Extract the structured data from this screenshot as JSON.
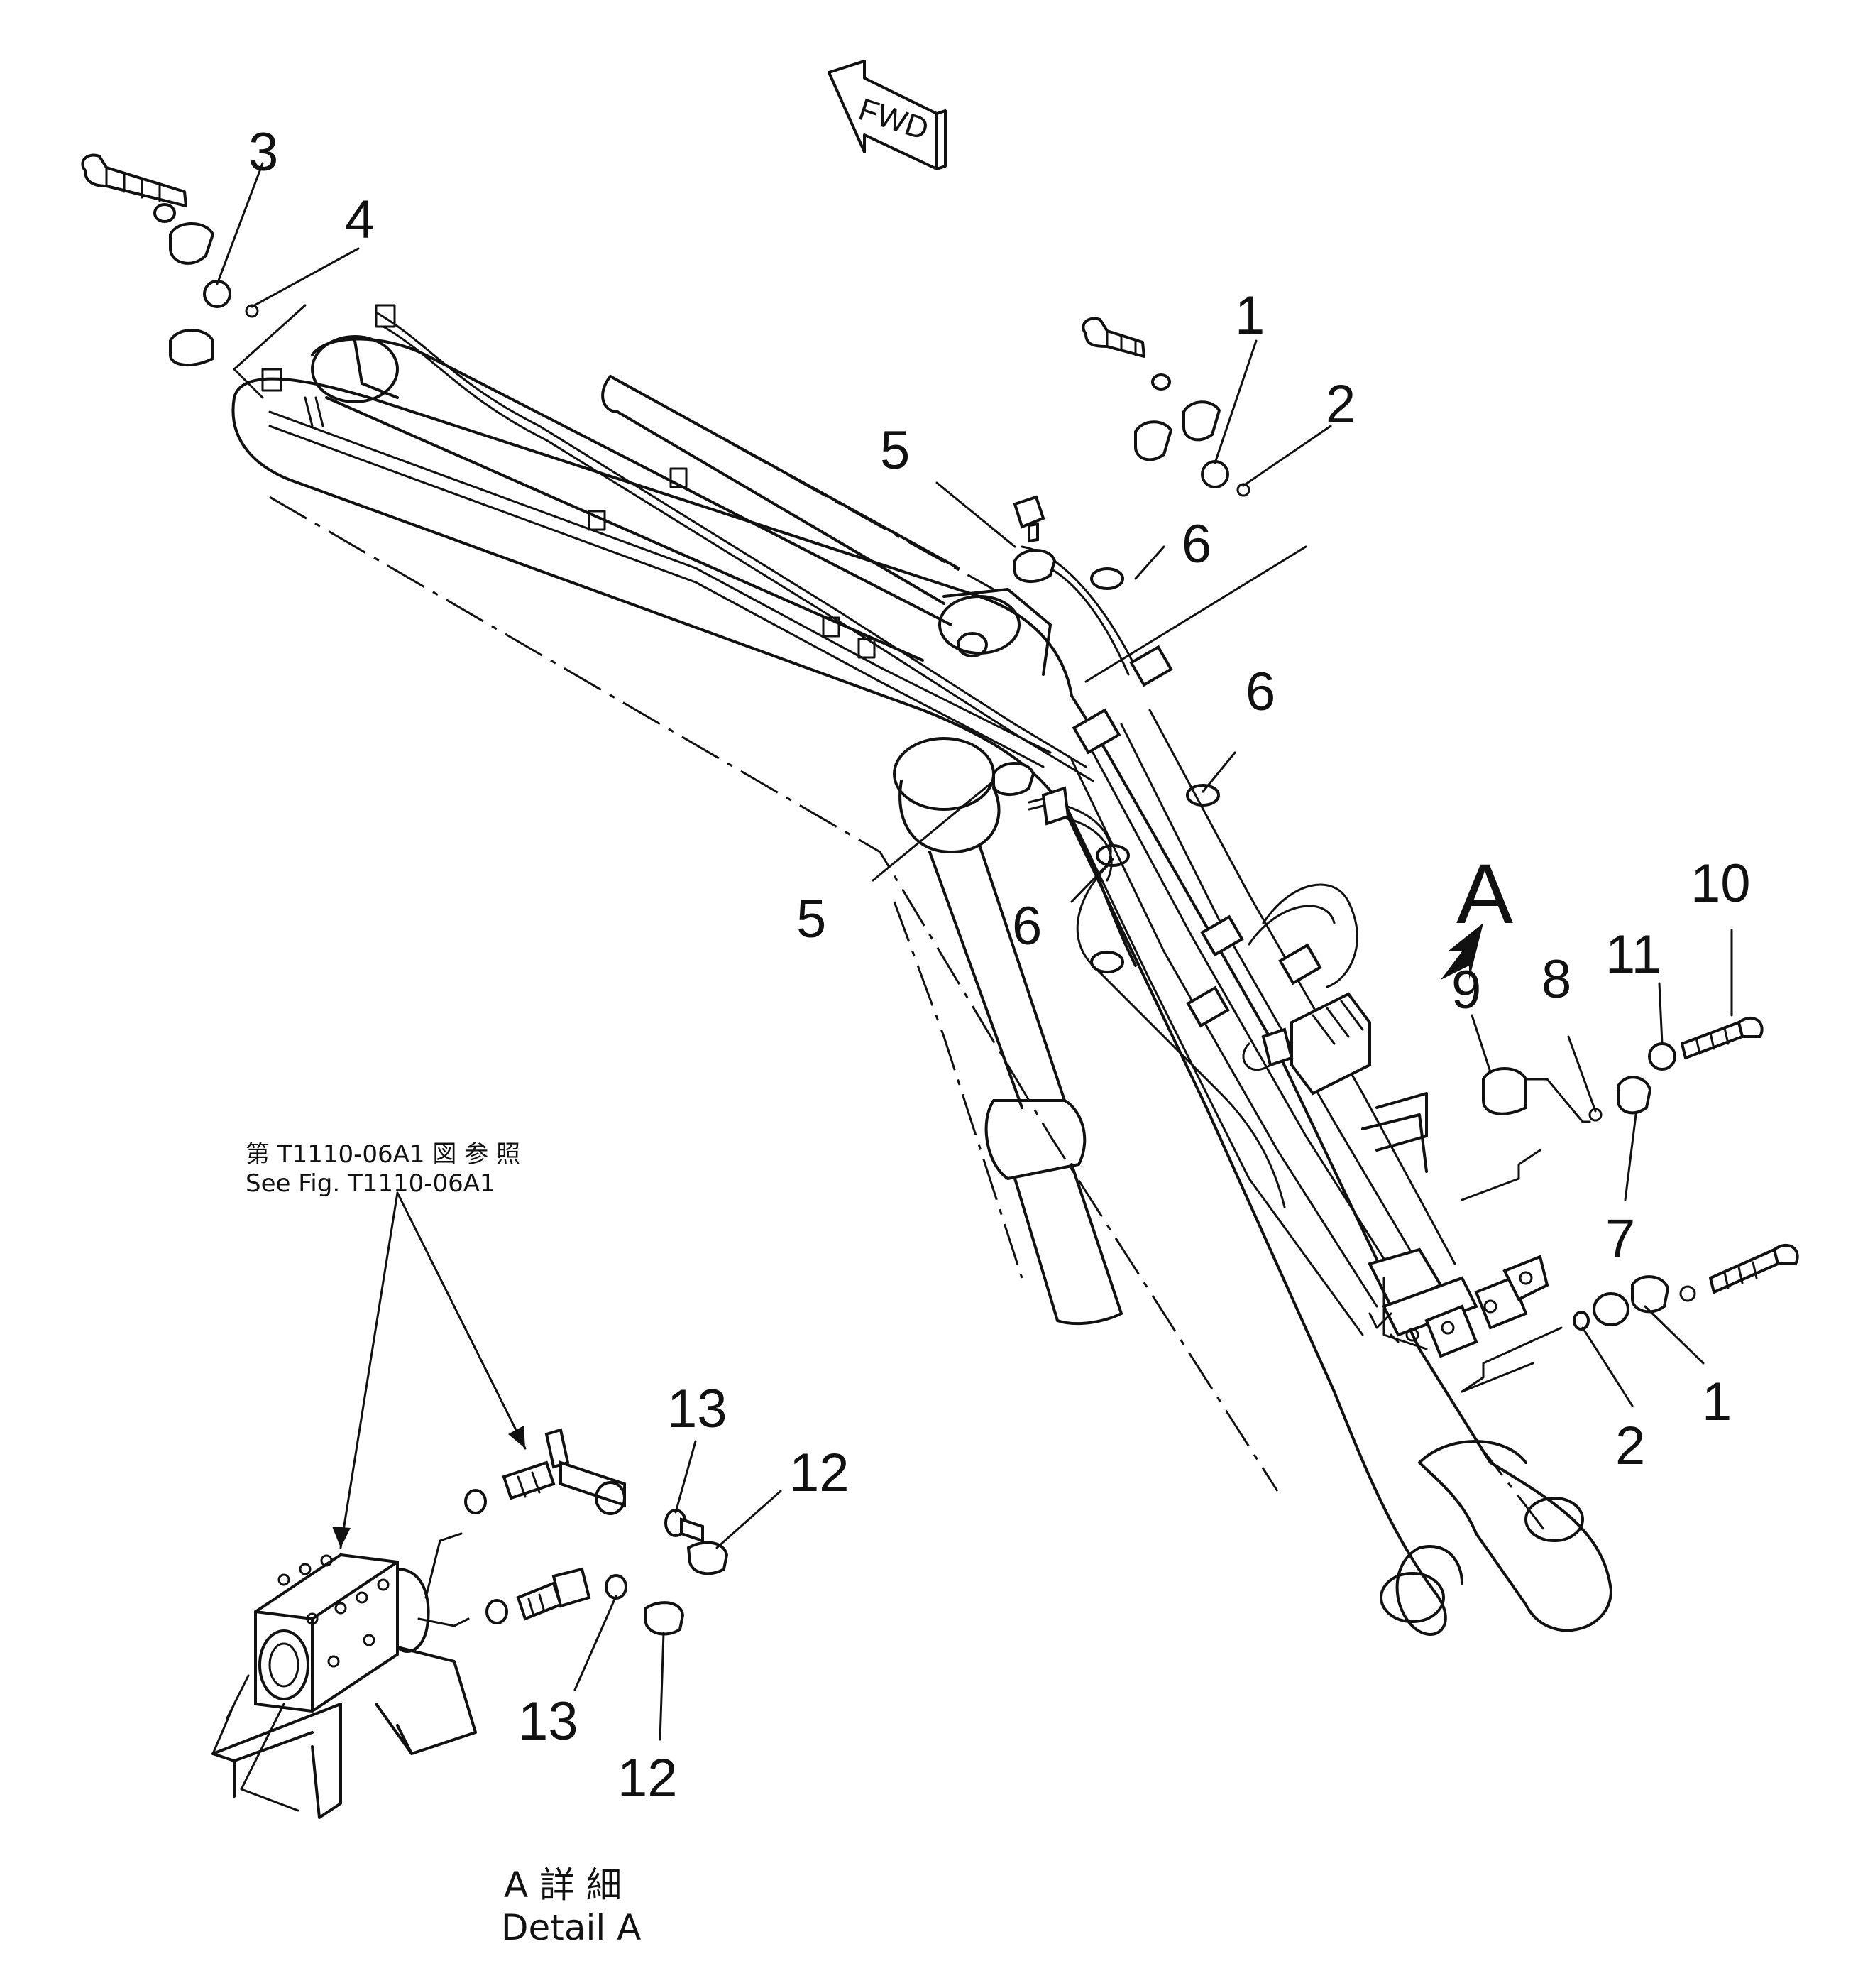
{
  "direction_arrow": {
    "label": "FWD"
  },
  "view_marker": {
    "label": "A"
  },
  "reference_note": {
    "japanese": "第 T1110-06A1 図 参 照",
    "english": "See Fig. T1110-06A1"
  },
  "detail_caption": {
    "japanese": "A 詳 細",
    "english": "Detail A"
  },
  "callouts": {
    "c1a": "1",
    "c1b": "1",
    "c2a": "2",
    "c2b": "2",
    "c3": "3",
    "c4": "4",
    "c5a": "5",
    "c5b": "5",
    "c6a": "6",
    "c6b": "6",
    "c6c": "6",
    "c7": "7",
    "c8": "8",
    "c9": "9",
    "c10": "10",
    "c11": "11",
    "c12a": "12",
    "c12b": "12",
    "c13a": "13",
    "c13b": "13"
  }
}
